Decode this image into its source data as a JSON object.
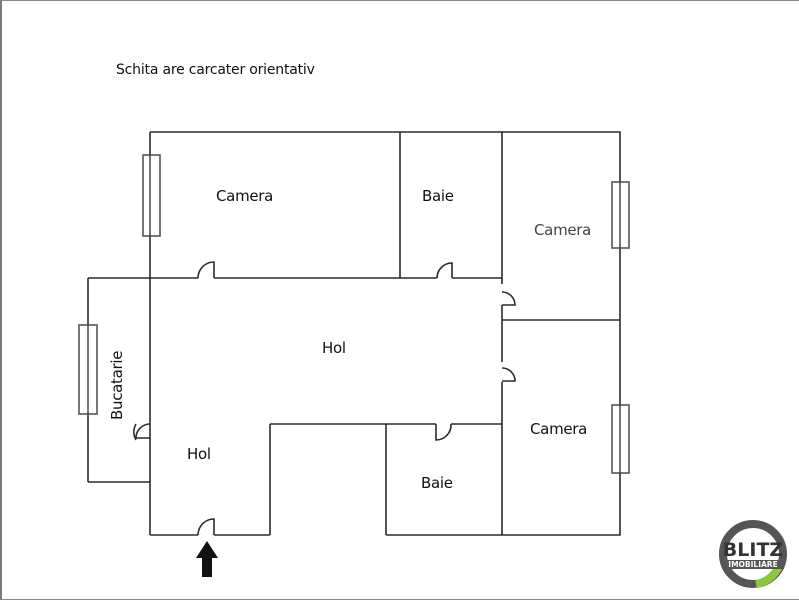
{
  "note": "Schita are carcater orientativ",
  "rooms": {
    "camera_top_left": "Camera",
    "baie_top": "Baie",
    "camera_top_right": "Camera",
    "hol_main": "Hol",
    "bucatarie": "Bucatarie",
    "hol_entry": "Hol",
    "baie_bottom": "Baie",
    "camera_bottom_right": "Camera"
  },
  "entrance_icon": "up-arrow-icon",
  "logo": {
    "title": "BLITZ",
    "subtitle": "IMOBILIARE",
    "ring_color": "#555555",
    "accent_color": "#8dc63f"
  },
  "colors": {
    "wall": "#2b2b2b",
    "window": "#555555",
    "text": "#111111"
  }
}
